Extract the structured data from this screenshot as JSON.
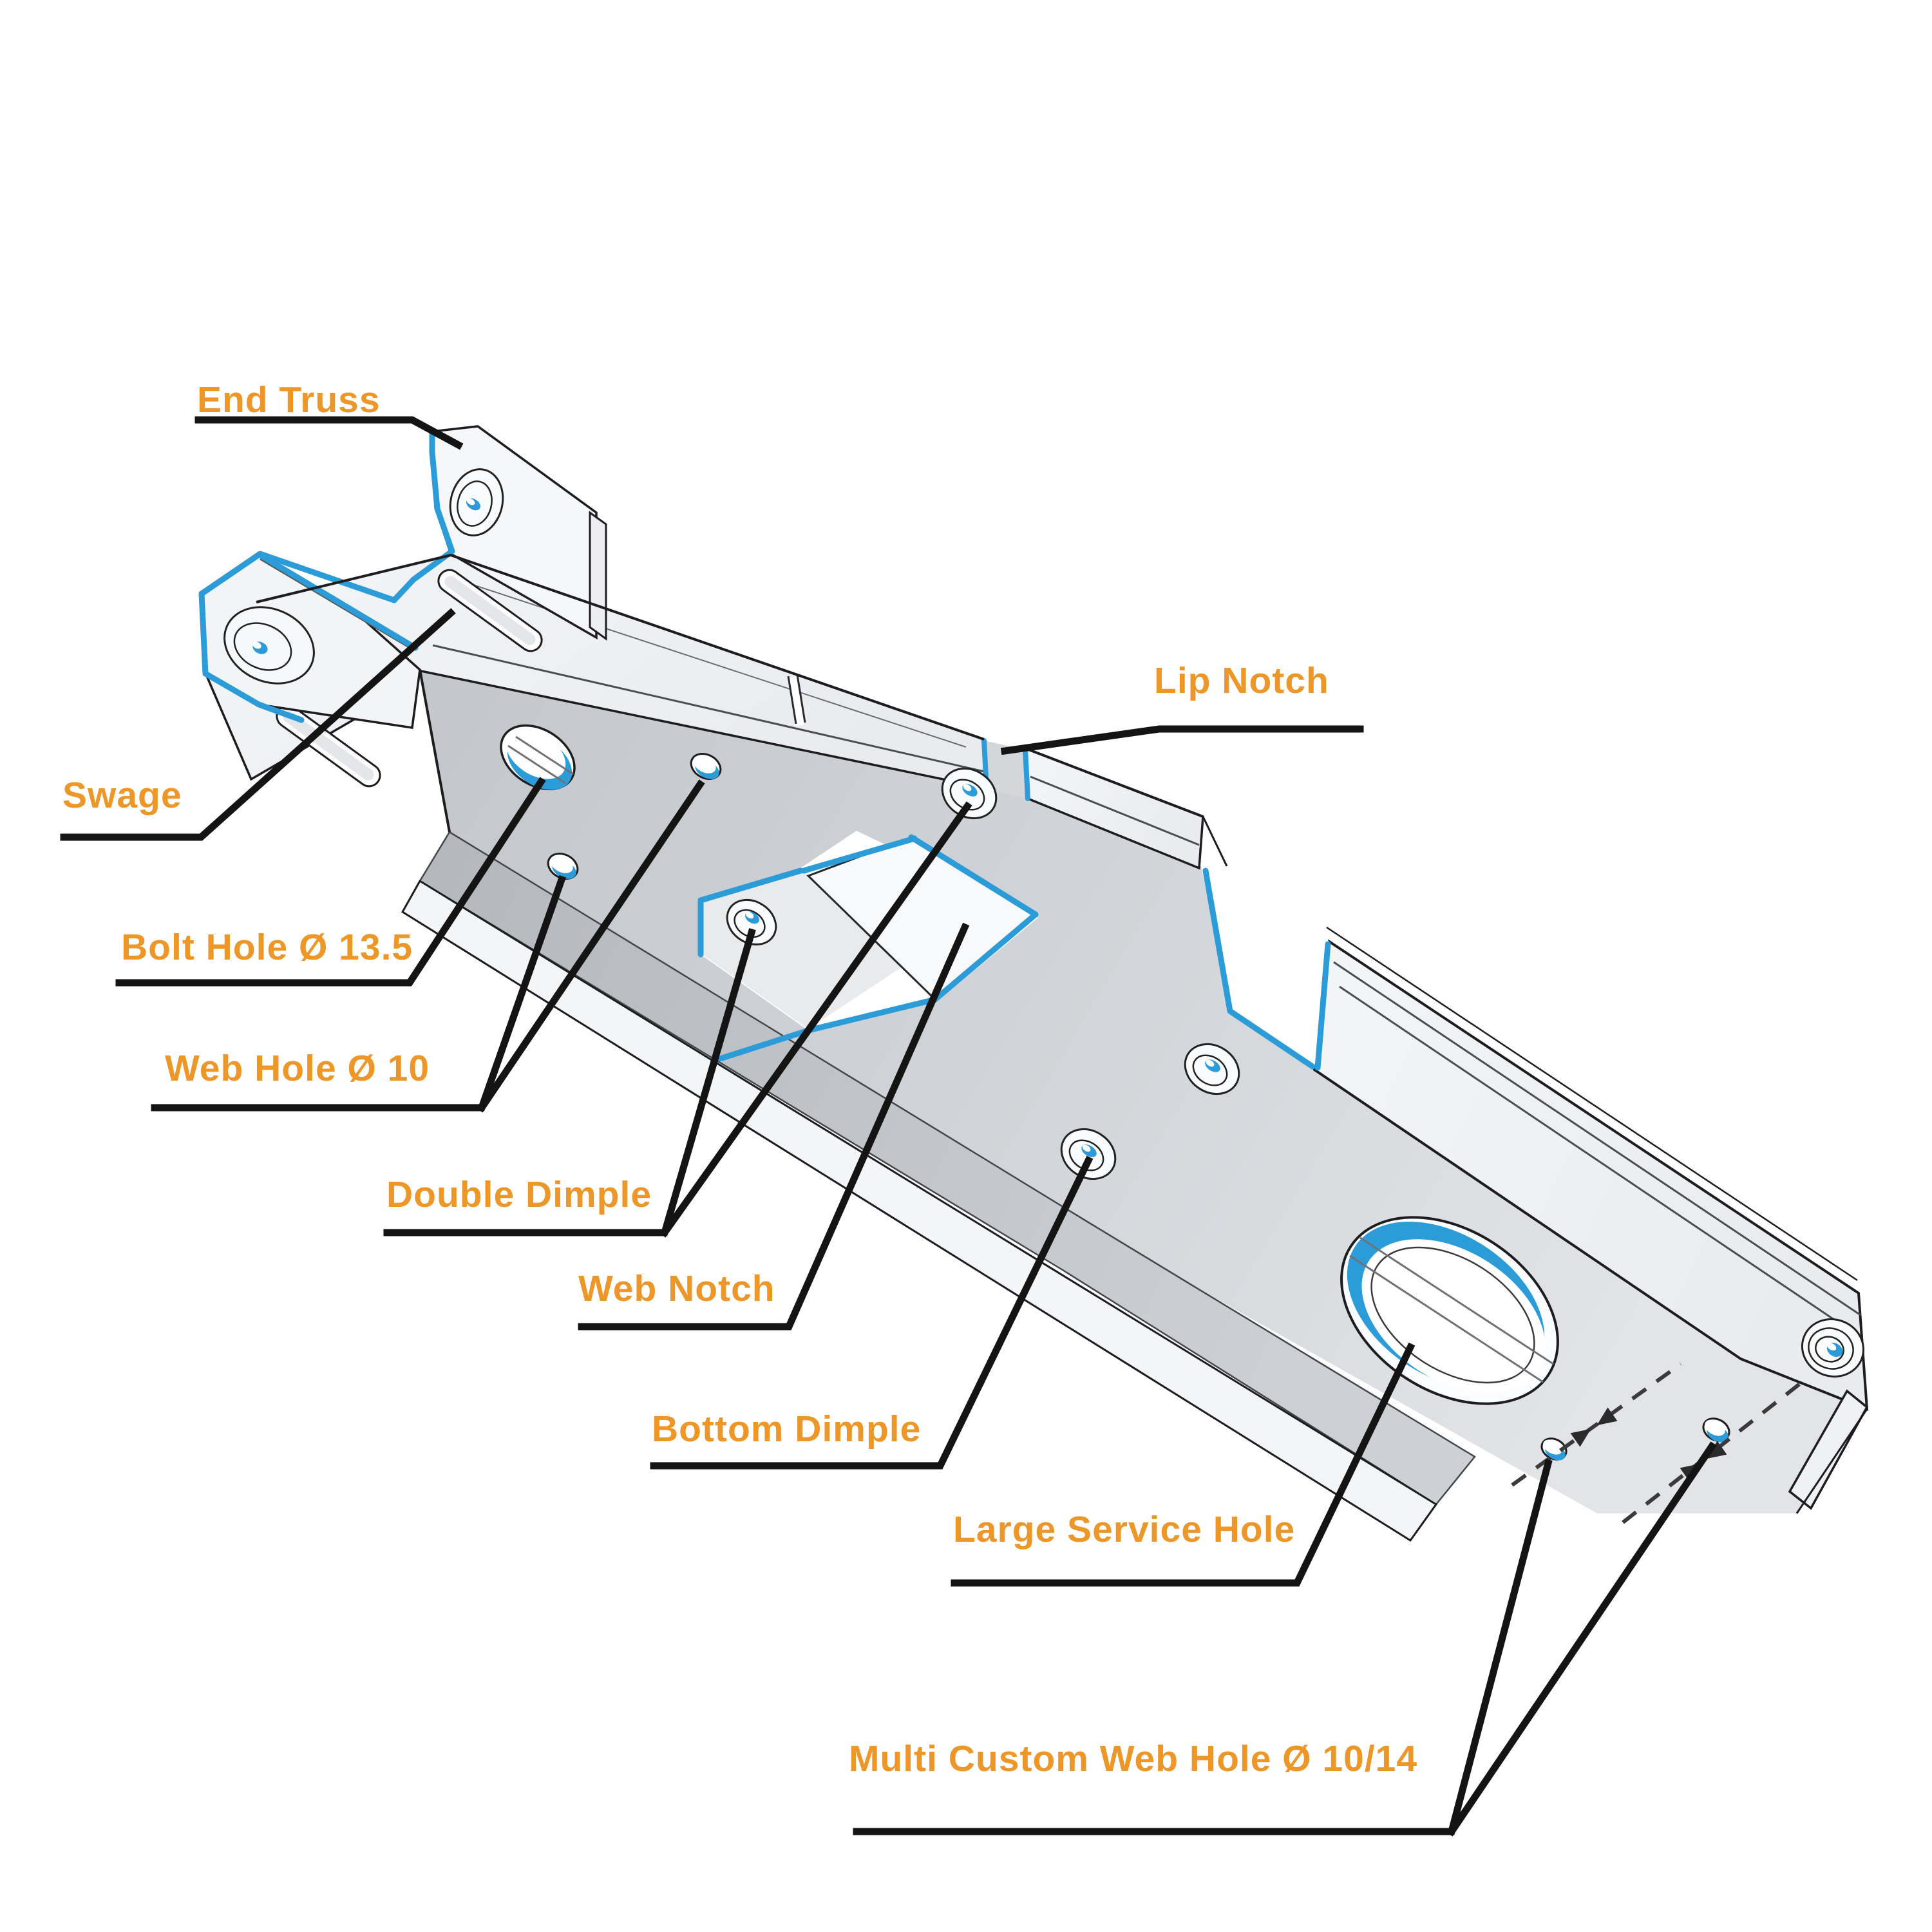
{
  "labels": {
    "end_truss": {
      "text": "End Truss"
    },
    "swage": {
      "text": "Swage"
    },
    "bolt_hole": {
      "text": "Bolt Hole Ø 13.5"
    },
    "web_hole": {
      "text": "Web Hole Ø 10"
    },
    "double_dimple": {
      "text": "Double Dimple"
    },
    "web_notch": {
      "text": "Web Notch"
    },
    "bottom_dimple": {
      "text": "Bottom Dimple"
    },
    "lip_notch": {
      "text": "Lip Notch"
    },
    "large_service_hole": {
      "text": "Large Service Hole"
    },
    "multi_custom_web_hole": {
      "text": "Multi Custom Web Hole Ø 10/14"
    }
  },
  "colors": {
    "label_orange": "#EC9728",
    "cut_edge_blue": "#2B9CD8",
    "leader_black": "#141414",
    "metal_light": "#F5F6F8",
    "metal_gray": "#CDD1D5",
    "outline_dark": "#1D1D1F"
  }
}
